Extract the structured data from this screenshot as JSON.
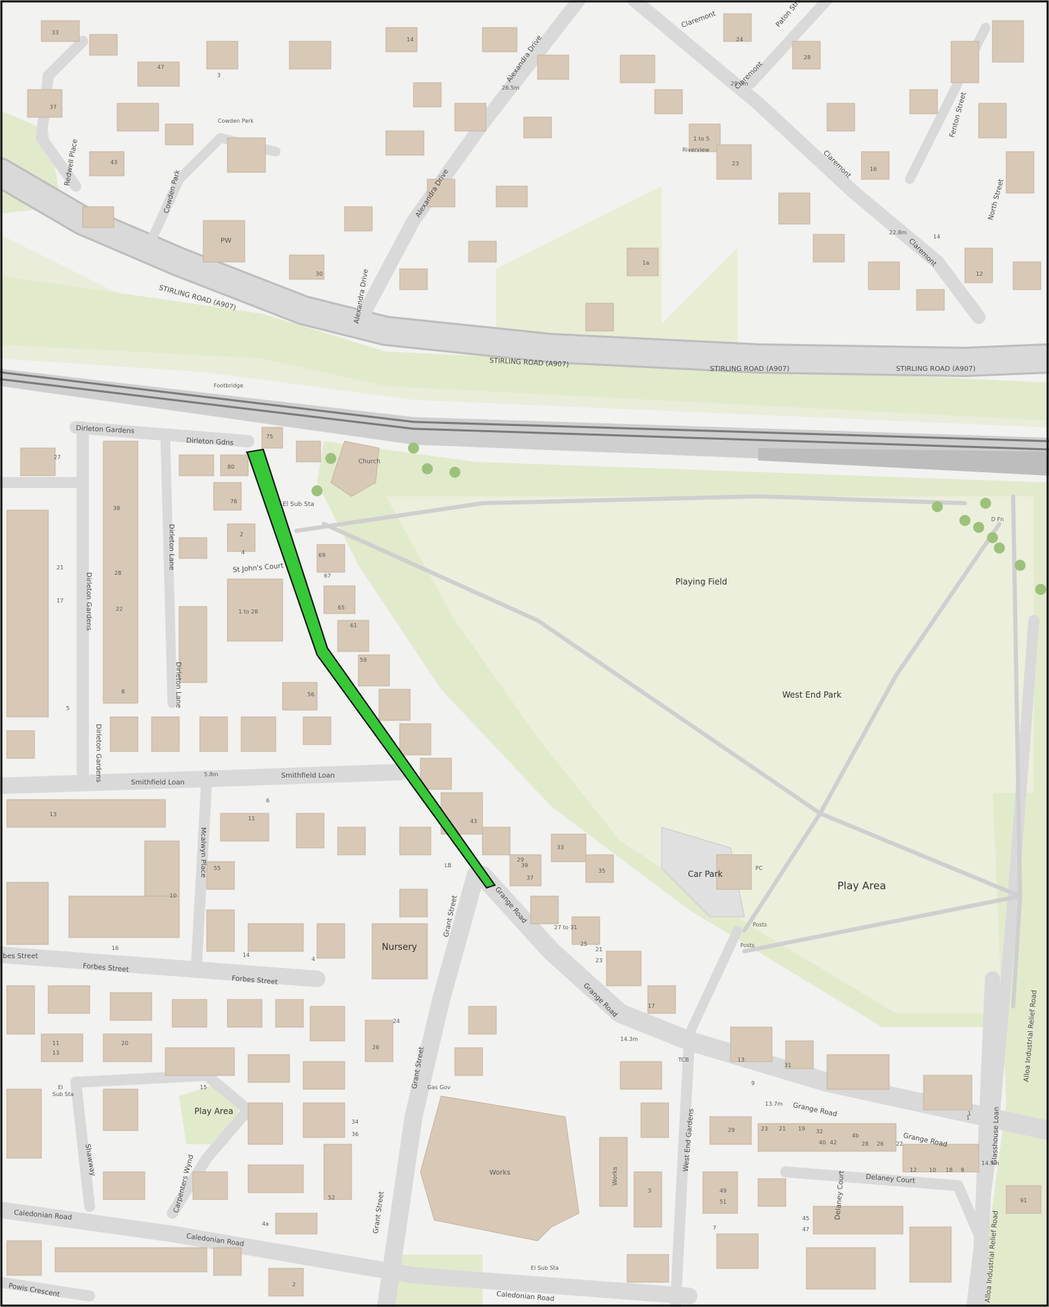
{
  "colors": {
    "background": "#f2f2f0",
    "building": "#d8c9b6",
    "building_stroke": "#c4b29c",
    "green": "#e2eacc",
    "green_light": "#ecefdc",
    "road": "#d9d9d9",
    "road_edge": "#bdbdbd",
    "rail": "#8d8d8d",
    "highlight": "#35c935",
    "highlight_stroke": "#111111",
    "tree": "#9cc27a"
  },
  "labels": {
    "playing_field": "Playing Field",
    "west_end_park": "West End Park",
    "play_area_main": "Play Area",
    "play_area_small": "Play Area",
    "car_park": "Car Park",
    "pc": "PC",
    "nursery": "Nursery",
    "works_big": "Works",
    "works_small": "Works",
    "church": "Church",
    "pw": "PW",
    "el_sub_sta_top": "El Sub Sta",
    "el_sub_sta_bottom": "El Sub Sta",
    "el_sub_sta_left": "El",
    "sub_sta_left": "Sub Sta",
    "gas_gov": "Gas Gov",
    "footbridge": "Footbridge",
    "riverview": "Riverview",
    "cowden_park_label": "Cowden Park",
    "posts_1": "Posts",
    "posts_2": "Posts",
    "tcb": "TCB",
    "lb": "LB",
    "d_fn": "D Fn"
  },
  "roads": {
    "stirling_1": "STIRLING ROAD (A907)",
    "stirling_2": "STIRLING ROAD (A907)",
    "stirling_3": "STIRLING ROAD (A907)",
    "stirling_4": "STIRLING ROAD (A907)",
    "alexandra_1": "Alexandra Drive",
    "alexandra_2": "Alexandra Drive",
    "alexandra_3": "Alexandra Drive",
    "claremont_1": "Claremont",
    "claremont_2": "Claremont",
    "claremont_3": "Claremont",
    "claremont_4": "Claremont",
    "paton_street": "Paton Street",
    "fenton_street": "Fenton Street",
    "north_street": "North Street",
    "redwell_place": "Redwell Place",
    "cowden_park": "Cowden Park",
    "dirleton_gardens_1": "Dirleton Gardens",
    "dirleton_gardens_2": "Dirleton Gardens",
    "dirleton_gardens_3": "Dirleton Gardens",
    "dirleton_gdns": "Dirleton Gdns",
    "dirleton_lane_1": "Dirleton Lane",
    "dirleton_lane_2": "Dirleton Lane",
    "st_johns_court": "St John's Court",
    "smithfield_loan_1": "Smithfield Loan",
    "smithfield_loan_2": "Smithfield Loan",
    "mcalwyn_place": "Mcalwyn Place",
    "forbes_street_1": "Forbes Street",
    "forbes_street_2": "Forbes Street",
    "forbes_street_3": "bes Street",
    "grant_street_1": "Grant Street",
    "grant_street_2": "Grant Street",
    "grant_street_3": "Grant Street",
    "grange_road_1": "Grange Road",
    "grange_road_2": "Grange Road",
    "grange_road_3": "Grange Road",
    "grange_road_4": "Grange Road",
    "shawway": "Shawway",
    "carpenters_wynd": "Carpenters Wynd",
    "caledonian_road_1": "Caledonian Road",
    "caledonian_road_2": "Caledonian Road",
    "caledonian_road_3": "Caledonian Road",
    "powis_crescent": "Powis Crescent",
    "west_end_gardens": "West End Gardens",
    "delaney_court_1": "Delaney Court",
    "delaney_court_2": "Delaney Court",
    "glasshouse_loan": "Glasshouse Loan",
    "alloa_relief_1": "Alloa Industrial Relief Road",
    "alloa_relief_2": "Alloa Industrial Relief Road"
  },
  "spot_heights": {
    "h1": "26.5m",
    "h2": "29.0m",
    "h3": "22.8m",
    "h4": "5.8m",
    "h5": "14.3m",
    "h6": "13.7m",
    "h7": "14.9m"
  },
  "numbers": {
    "n1": "33",
    "n2": "47",
    "n3": "37",
    "n4": "3",
    "n5": "43",
    "n6": "14",
    "n7": "24",
    "n8": "28",
    "n9": "16",
    "n10": "14",
    "n11": "1 to 5",
    "n12": "23",
    "n13": "1a",
    "n14": "30",
    "n15": "12",
    "n16": "80",
    "n17": "76",
    "n18": "75",
    "n19": "2",
    "n20": "4",
    "n21": "1 to 28",
    "n22": "69",
    "n23": "67",
    "n24": "65",
    "n25": "61",
    "n26": "59",
    "n27": "56",
    "n28": "43",
    "n29": "38",
    "n30": "28",
    "n31": "22",
    "n32": "8",
    "n33": "27",
    "n34": "21",
    "n35": "17",
    "n36": "5",
    "n37": "13",
    "n38": "11",
    "n39": "15",
    "n40": "55",
    "n41": "6",
    "n42": "14",
    "n43": "10",
    "n44": "16",
    "n45": "24",
    "n46": "4",
    "n47": "2",
    "n48": "34",
    "n49": "36",
    "n50": "52",
    "n51": "4a",
    "n52": "11",
    "n53": "13",
    "n54": "20",
    "n55": "26",
    "n56": "29",
    "n57": "33",
    "n58": "35",
    "n59": "37",
    "n60": "39",
    "n61": "27 to 31",
    "n62": "25",
    "n63": "21",
    "n64": "23",
    "n65": "17",
    "n66": "9",
    "n67": "91",
    "n68": "1",
    "n69": "7",
    "n70": "18",
    "n71": "12",
    "n72": "10",
    "n73": "8",
    "n74": "31",
    "n75": "23",
    "n76": "21",
    "n77": "19",
    "n78": "4b",
    "n79": "29",
    "n80": "32",
    "n81": "40",
    "n82": "42",
    "n83": "45",
    "n84": "47",
    "n85": "49",
    "n86": "51",
    "n87": "28",
    "n88": "26",
    "n89": "22",
    "n90": "13",
    "n91": "3",
    "n92": "1"
  }
}
